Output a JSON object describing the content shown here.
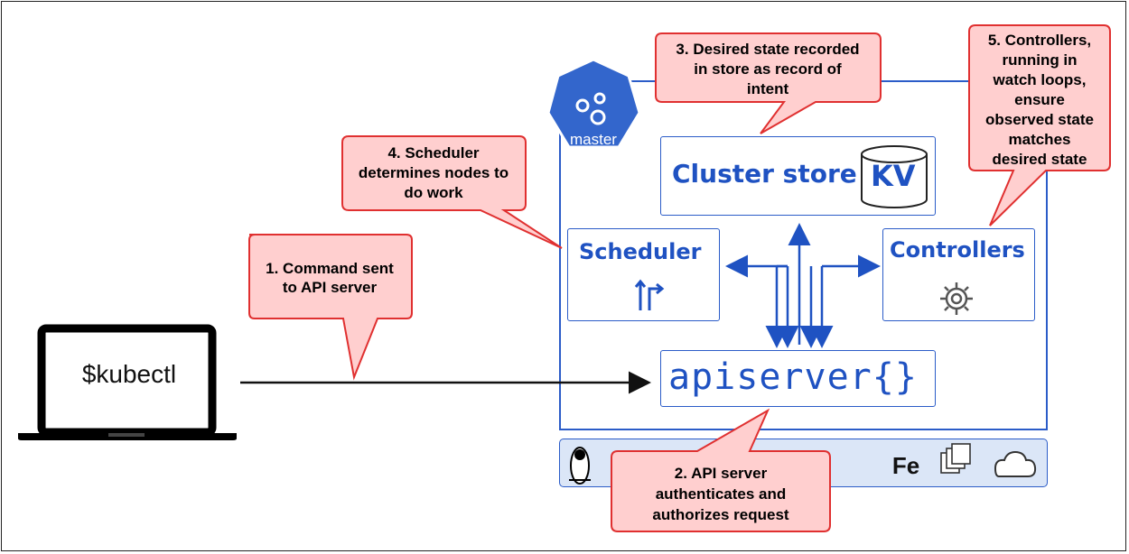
{
  "laptop": {
    "command": "$kubectl"
  },
  "master": {
    "badge_label": "master"
  },
  "components": {
    "cluster_store": {
      "label": "Cluster store",
      "kv": "KV"
    },
    "scheduler": {
      "label": "Scheduler"
    },
    "controllers": {
      "label": "Controllers"
    },
    "apiserver": {
      "label": "apiserver{}"
    }
  },
  "infrastructure": {
    "fe_label": "Fe",
    "icons": [
      "linux-penguin-icon",
      "vm-stack-icon",
      "cloud-icon"
    ]
  },
  "callouts": {
    "step1": [
      "1. Command sent",
      "to API server"
    ],
    "step2": [
      "2. API server",
      "authenticates and",
      "authorizes request"
    ],
    "step3": [
      "3. Desired state recorded",
      "in store as record of",
      "intent"
    ],
    "step4": [
      "4. Scheduler",
      "determines nodes to",
      "do work"
    ],
    "step5": [
      "5. Controllers,",
      "running in",
      "watch loops,",
      "ensure",
      "observed state",
      "matches",
      "desired state"
    ]
  },
  "colors": {
    "callout_fill": "#ffcfcf",
    "callout_stroke": "#e03030",
    "k8s_blue": "#2b5cc8",
    "infra_fill": "#dbe6f7"
  }
}
